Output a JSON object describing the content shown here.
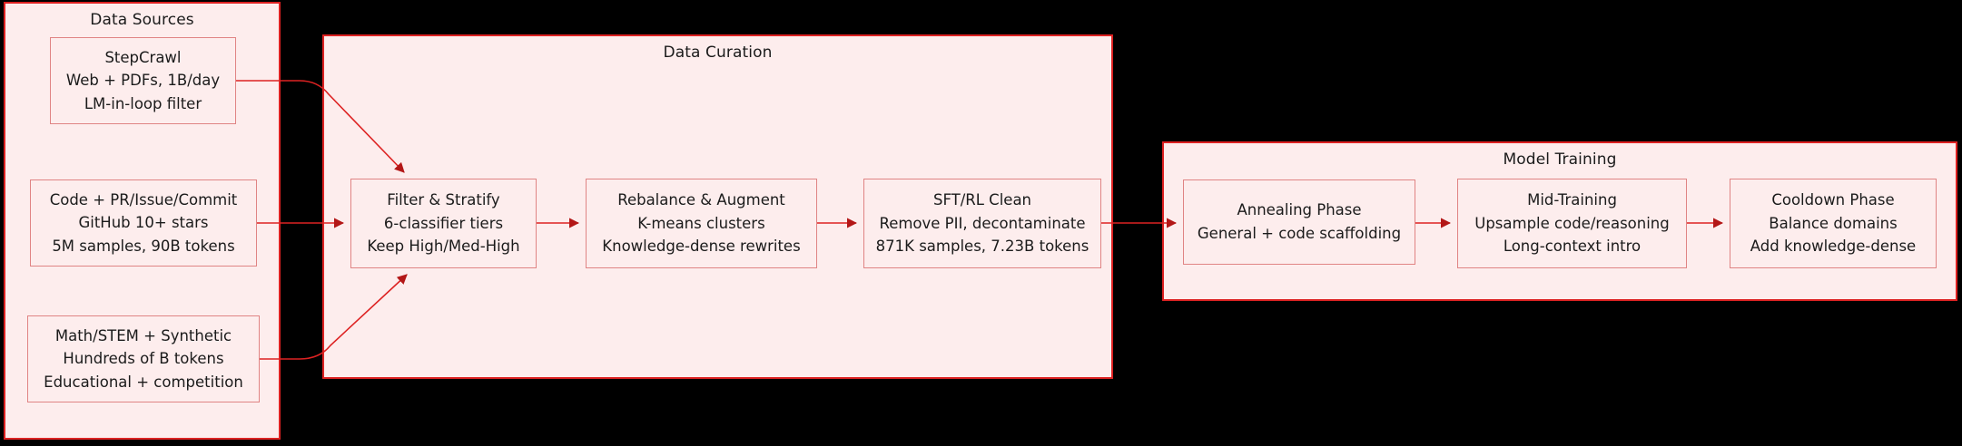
{
  "diagram": {
    "type": "flowchart",
    "direction": "left-to-right",
    "background": "#000000",
    "accent_color": "#dd2222",
    "node_fill": "#fdeded",
    "node_border": "#e08484",
    "clusters": [
      {
        "id": "data-sources",
        "title": "Data Sources",
        "nodes": [
          {
            "id": "stepcrawl",
            "lines": [
              "StepCrawl",
              "Web + PDFs, 1B/day",
              "LM-in-loop filter"
            ]
          },
          {
            "id": "code",
            "lines": [
              "Code + PR/Issue/Commit",
              "GitHub 10+ stars",
              "5M samples, 90B tokens"
            ]
          },
          {
            "id": "math",
            "lines": [
              "Math/STEM + Synthetic",
              "Hundreds of B tokens",
              "Educational + competition"
            ]
          }
        ]
      },
      {
        "id": "data-curation",
        "title": "Data Curation",
        "nodes": [
          {
            "id": "filter",
            "lines": [
              "Filter & Stratify",
              "6-classifier tiers",
              "Keep High/Med-High"
            ]
          },
          {
            "id": "rebalance",
            "lines": [
              "Rebalance & Augment",
              "K-means clusters",
              "Knowledge-dense rewrites"
            ]
          },
          {
            "id": "sft",
            "lines": [
              "SFT/RL Clean",
              "Remove PII, decontaminate",
              "871K samples, 7.23B tokens"
            ]
          }
        ]
      },
      {
        "id": "model-training",
        "title": "Model Training",
        "nodes": [
          {
            "id": "annealing",
            "lines": [
              "Annealing Phase",
              "General + code scaffolding"
            ]
          },
          {
            "id": "midtraining",
            "lines": [
              "Mid-Training",
              "Upsample code/reasoning",
              "Long-context intro"
            ]
          },
          {
            "id": "cooldown",
            "lines": [
              "Cooldown Phase",
              "Balance domains",
              "Add knowledge-dense"
            ]
          }
        ]
      }
    ],
    "edges": [
      {
        "from": "stepcrawl",
        "to": "filter"
      },
      {
        "from": "code",
        "to": "filter"
      },
      {
        "from": "math",
        "to": "filter"
      },
      {
        "from": "filter",
        "to": "rebalance"
      },
      {
        "from": "rebalance",
        "to": "sft"
      },
      {
        "from": "sft",
        "to": "annealing"
      },
      {
        "from": "annealing",
        "to": "midtraining"
      },
      {
        "from": "midtraining",
        "to": "cooldown"
      }
    ]
  }
}
